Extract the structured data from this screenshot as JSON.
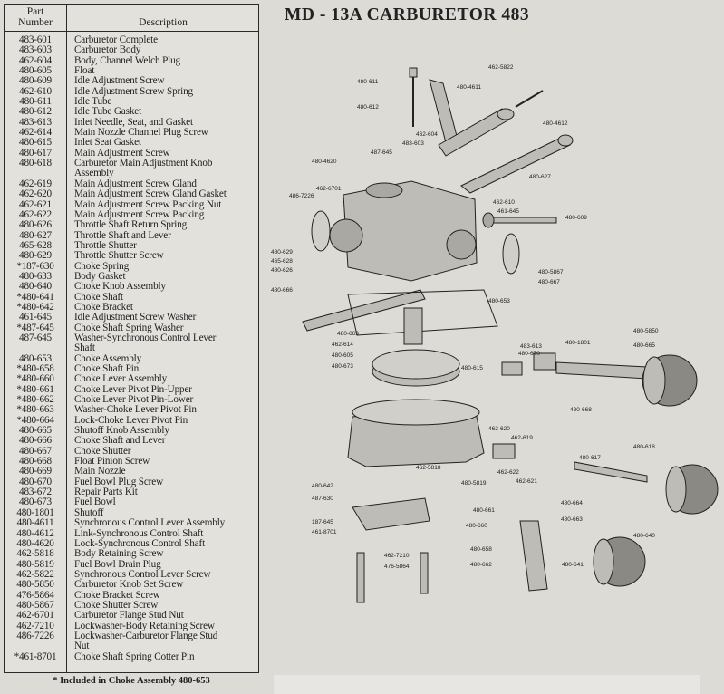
{
  "title": "MD - 13A CARBURETOR 483",
  "table": {
    "header_part": "Part\nNumber",
    "header_part_line1": "Part",
    "header_part_line2": "Number",
    "header_desc": "Description",
    "rows": [
      {
        "pn": "483-601",
        "desc": "Carburetor Complete"
      },
      {
        "pn": "483-603",
        "desc": "Carburetor Body"
      },
      {
        "pn": "462-604",
        "desc": "Body, Channel Welch Plug"
      },
      {
        "pn": "480-605",
        "desc": "Float"
      },
      {
        "pn": "480-609",
        "desc": "Idle Adjustment Screw"
      },
      {
        "pn": "462-610",
        "desc": "Idle Adjustment Screw Spring"
      },
      {
        "pn": "480-611",
        "desc": "Idle Tube"
      },
      {
        "pn": "480-612",
        "desc": "Idle Tube Gasket"
      },
      {
        "pn": "483-613",
        "desc": "Inlet Needle, Seat, and Gasket"
      },
      {
        "pn": "462-614",
        "desc": "Main Nozzle Channel Plug Screw"
      },
      {
        "pn": "480-615",
        "desc": "Inlet Seat Gasket"
      },
      {
        "pn": "480-617",
        "desc": "Main Adjustment Screw"
      },
      {
        "pn": "480-618",
        "desc": "Carburetor Main Adjustment Knob"
      },
      {
        "pn": "",
        "desc": "   Assembly"
      },
      {
        "pn": "462-619",
        "desc": "Main Adjustment Screw Gland"
      },
      {
        "pn": "462-620",
        "desc": "Main Adjustment Screw Gland Gasket"
      },
      {
        "pn": "462-621",
        "desc": "Main Adjustment Screw Packing Nut"
      },
      {
        "pn": "462-622",
        "desc": "Main Adjustment Screw Packing"
      },
      {
        "pn": "480-626",
        "desc": "Throttle Shaft Return Spring"
      },
      {
        "pn": "480-627",
        "desc": "Throttle Shaft and Lever"
      },
      {
        "pn": "465-628",
        "desc": "Throttle Shutter"
      },
      {
        "pn": "480-629",
        "desc": "Throttle Shutter Screw"
      },
      {
        "pn": "*187-630",
        "desc": "Choke Spring"
      },
      {
        "pn": "480-633",
        "desc": "Body Gasket"
      },
      {
        "pn": "480-640",
        "desc": "Choke Knob Assembly"
      },
      {
        "pn": "*480-641",
        "desc": "Choke Shaft"
      },
      {
        "pn": "*480-642",
        "desc": "Choke Bracket"
      },
      {
        "pn": "461-645",
        "desc": "Idle Adjustment Screw Washer"
      },
      {
        "pn": "*487-645",
        "desc": "Choke Shaft Spring Washer"
      },
      {
        "pn": "487-645",
        "desc": "Washer-Synchronous Control Lever"
      },
      {
        "pn": "",
        "desc": "   Shaft"
      },
      {
        "pn": "480-653",
        "desc": "Choke Assembly"
      },
      {
        "pn": "*480-658",
        "desc": "Choke Shaft Pin"
      },
      {
        "pn": "*480-660",
        "desc": "Choke Lever Assembly"
      },
      {
        "pn": "*480-661",
        "desc": "Choke Lever Pivot Pin-Upper"
      },
      {
        "pn": "*480-662",
        "desc": "Choke Lever Pivot Pin-Lower"
      },
      {
        "pn": "*480-663",
        "desc": "Washer-Choke Lever Pivot Pin"
      },
      {
        "pn": "*480-664",
        "desc": "Lock-Choke Lever Pivot Pin"
      },
      {
        "pn": "480-665",
        "desc": "Shutoff Knob Assembly"
      },
      {
        "pn": "480-666",
        "desc": "Choke Shaft and Lever"
      },
      {
        "pn": "480-667",
        "desc": "Choke Shutter"
      },
      {
        "pn": "480-668",
        "desc": "Float Pinion Screw"
      },
      {
        "pn": "480-669",
        "desc": "Main Nozzle"
      },
      {
        "pn": "480-670",
        "desc": "Fuel Bowl Plug Screw"
      },
      {
        "pn": "483-672",
        "desc": "Repair Parts Kit"
      },
      {
        "pn": "480-673",
        "desc": "Fuel Bowl"
      },
      {
        "pn": "480-1801",
        "desc": "Shutoff"
      },
      {
        "pn": "480-4611",
        "desc": "Synchronous Control Lever Assembly"
      },
      {
        "pn": "480-4612",
        "desc": "Link-Synchronous Control Shaft"
      },
      {
        "pn": "480-4620",
        "desc": "Lock-Synchronous Control Shaft"
      },
      {
        "pn": "462-5818",
        "desc": "Body Retaining Screw"
      },
      {
        "pn": "480-5819",
        "desc": "Fuel Bowl Drain Plug"
      },
      {
        "pn": "462-5822",
        "desc": "Synchronous Control Lever Screw"
      },
      {
        "pn": "480-5850",
        "desc": "Carburetor Knob Set Screw"
      },
      {
        "pn": "476-5864",
        "desc": "Choke Bracket Screw"
      },
      {
        "pn": "480-5867",
        "desc": "Choke Shutter Screw"
      },
      {
        "pn": "462-6701",
        "desc": "Carburetor Flange Stud Nut"
      },
      {
        "pn": "462-7210",
        "desc": "Lockwasher-Body Retaining Screw"
      },
      {
        "pn": "486-7226",
        "desc": "Lockwasher-Carburetor Flange Stud"
      },
      {
        "pn": "",
        "desc": "   Nut"
      },
      {
        "pn": "*461-8701",
        "desc": "Choke Shaft Spring Cotter Pin"
      }
    ]
  },
  "footnote": "* Included in Choke Assembly 480-653",
  "callouts": [
    "480-611",
    "480-4611",
    "462-5822",
    "480-612",
    "480-4612",
    "462-604",
    "483-603",
    "487-645",
    "480-4620",
    "480-627",
    "462-6701",
    "486-7226",
    "462-610",
    "461-645",
    "480-609",
    "480-629",
    "465-628",
    "480-626",
    "480-5867",
    "480-667",
    "480-666",
    "480-653",
    "480-669",
    "462-614",
    "480-605",
    "480-673",
    "480-615",
    "483-613",
    "480-670",
    "480-1801",
    "480-5850",
    "480-665",
    "480-668",
    "462-620",
    "462-619",
    "462-5818",
    "462-622",
    "462-621",
    "480-617",
    "480-618",
    "480-642",
    "487-630",
    "480-5819",
    "480-661",
    "480-664",
    "480-660",
    "480-663",
    "187-645",
    "461-8701",
    "480-658",
    "480-662",
    "480-641",
    "462-7210",
    "476-5864",
    "480-640"
  ],
  "colors": {
    "paper": "#dcdbd6",
    "ink": "#222222",
    "part_fill": "#bdbcb6",
    "knob": "#8a8983"
  }
}
